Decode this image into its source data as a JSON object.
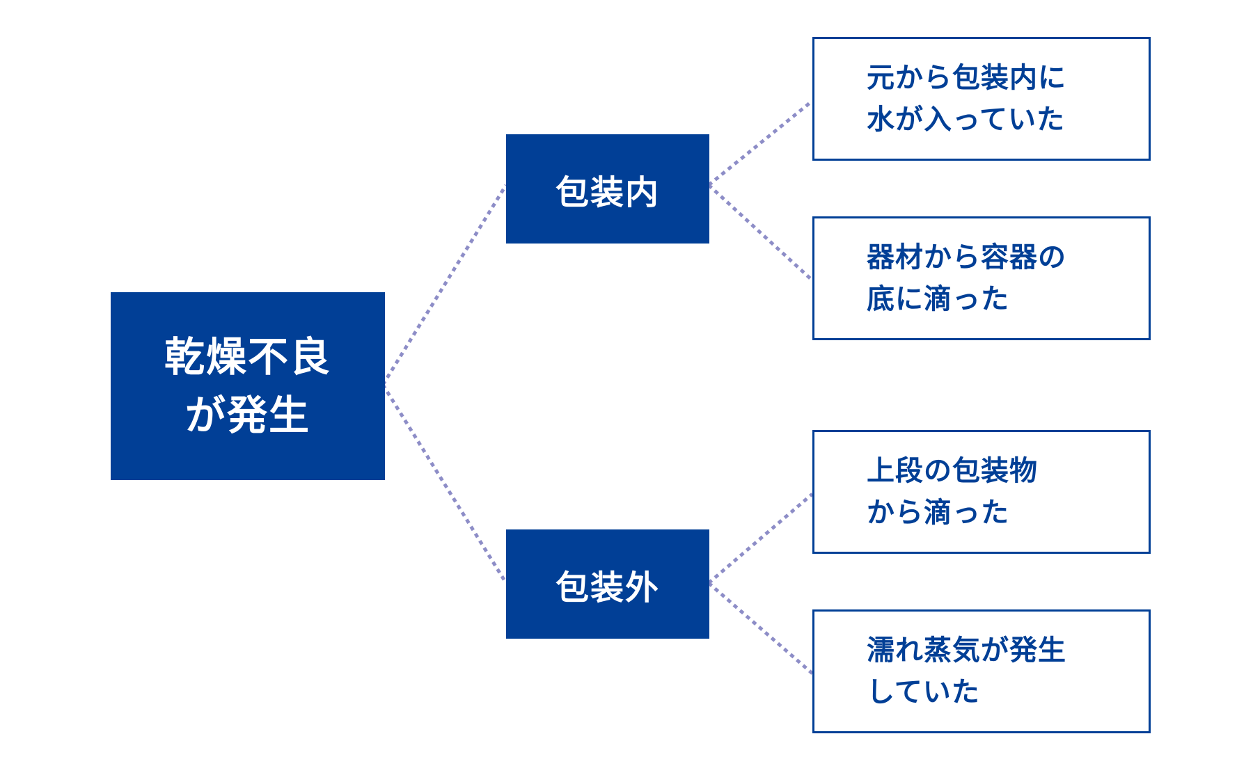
{
  "colors": {
    "node_fill": "#013f96",
    "node_text": "#ffffff",
    "leaf_border": "#013f96",
    "leaf_text": "#013f96",
    "connector": "#8d8dc7"
  },
  "root": {
    "lines": [
      "乾燥不良",
      "が発生"
    ]
  },
  "branches": [
    {
      "label": "包装内",
      "leaves": [
        {
          "lines": [
            "元から包装内に",
            "水が入っていた"
          ]
        },
        {
          "lines": [
            "器材から容器の",
            "底に滴った"
          ]
        }
      ]
    },
    {
      "label": "包装外",
      "leaves": [
        {
          "lines": [
            "上段の包装物",
            "から滴った"
          ]
        },
        {
          "lines": [
            "濡れ蒸気が発生",
            "していた"
          ]
        }
      ]
    }
  ]
}
